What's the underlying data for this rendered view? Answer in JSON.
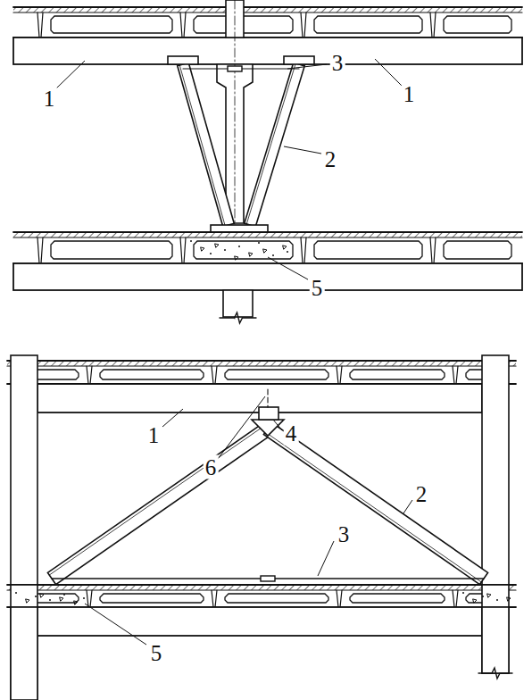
{
  "diagram": {
    "labels": [
      "1",
      "1",
      "3",
      "2",
      "5",
      "1",
      "6",
      "4",
      "2",
      "3",
      "5"
    ]
  }
}
